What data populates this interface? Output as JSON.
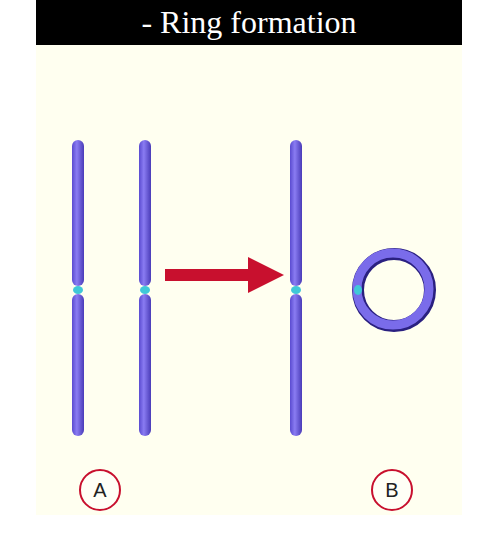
{
  "diagram": {
    "title": "- Ring formation",
    "nodes": [
      {
        "text": [
          "A"
        ]
      },
      {
        "text": [
          "B"
        ]
      }
    ]
  }
}
